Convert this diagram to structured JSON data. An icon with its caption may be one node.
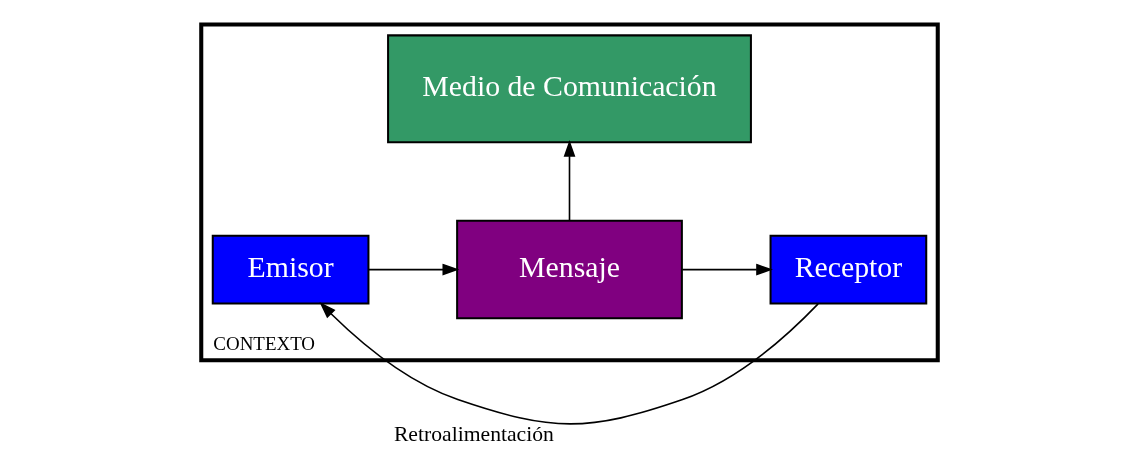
{
  "diagram": {
    "nodes": [
      {
        "text": [
          "CONTEXTO"
        ]
      },
      {
        "text": [
          "Medio de Comunicación"
        ],
        "in": 0
      },
      {
        "text": [
          "Emisor"
        ],
        "in": 0
      },
      {
        "text": [
          "Mensaje"
        ],
        "in": 0
      },
      {
        "text": [
          "Receptor"
        ],
        "in": 0
      }
    ],
    "edges": [
      {
        "from": 2,
        "to": 3,
        "arrow": "to"
      },
      {
        "from": 3,
        "to": 1,
        "arrow": "to"
      },
      {
        "from": 3,
        "to": 4,
        "arrow": "to"
      },
      {
        "from": 4,
        "to": 2,
        "arrow": "to",
        "label": "Retroalimentación"
      }
    ]
  }
}
